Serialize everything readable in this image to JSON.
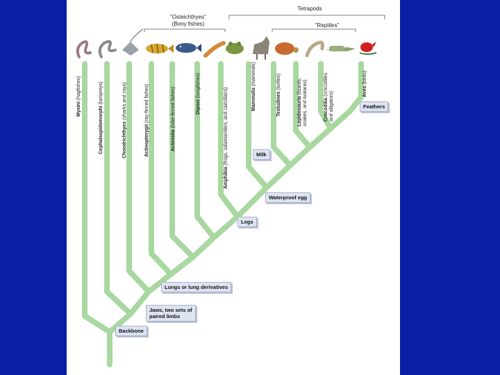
{
  "header": {
    "tetrapods": "Tetrapods",
    "osteichthyes_line1": "\"Osteichthyes\"",
    "osteichthyes_line2": "(Bony fishes)",
    "reptiles": "\"Reptiles\""
  },
  "taxa": [
    {
      "name": "Myxini",
      "common": "(hagfishes)"
    },
    {
      "name": "Cephalaspidomorphi",
      "common": "(lampreys)"
    },
    {
      "name": "Chondrichthyes",
      "common": "(sharks and rays)"
    },
    {
      "name": "Actinopterygii",
      "common": "(ray-finned fishes)"
    },
    {
      "name": "Actinistia",
      "common": "(lobe-finned fishes)"
    },
    {
      "name": "Dipnoi",
      "common": "(lungfishes)"
    },
    {
      "name": "Amphibia",
      "common": "(frogs, salamanders, and caecilians)"
    },
    {
      "name": "Mammalia",
      "common": "(mammals)"
    },
    {
      "name": "Testudines",
      "common": "(turtles)"
    },
    {
      "name": "Lepidosauria",
      "common": "(lizards,",
      "common2": "snakes, and tuataras)"
    },
    {
      "name": "Crocodilia",
      "common": "(crocodiles",
      "common2": "and alligators)"
    },
    {
      "name": "Aves",
      "common": "(birds)"
    }
  ],
  "traits": {
    "backbone": "Backbone",
    "jaws_line1": "Jaws, two sets of",
    "jaws_line2": "paired limbs",
    "lungs": "Lungs or lung derivatives",
    "legs": "Legs",
    "waterproof_egg": "Waterproof egg",
    "milk": "Milk",
    "feathers": "Feathers"
  },
  "icons": [
    "hagfish-icon",
    "lamprey-icon",
    "ray-icon",
    "perch-icon",
    "coelacanth-icon",
    "lungfish-icon",
    "frog-icon",
    "wolf-icon",
    "turtle-icon",
    "lizard-icon",
    "crocodile-icon",
    "cardinal-icon"
  ],
  "colors": {
    "background": "#0a1fa8",
    "panel": "#ffffff",
    "branch": "#a8d8a0",
    "trait_box": "#dde3f0"
  }
}
